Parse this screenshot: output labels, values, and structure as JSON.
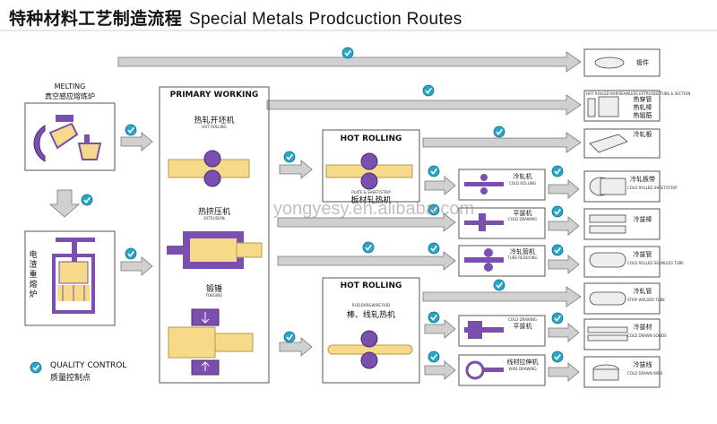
{
  "title": {
    "cn": "特种材料工艺制造流程",
    "en": "Special Metals Prodcuction Routes"
  },
  "melting": {
    "en": "MELTING",
    "cn": "真空感应熔炼炉"
  },
  "esr": {
    "cn": "电渣重熔炉"
  },
  "primary": {
    "heading": "PRIMARY WORKING",
    "hot_rolling_cn": "热轧开坯机",
    "hot_rolling_en": "HOT ROLLING",
    "extrusion_cn": "热挤压机",
    "extrusion_en": "EXTRUSION",
    "forging_cn": "锻锤",
    "forging_en": "FORGING"
  },
  "hot_rolling_plate": {
    "heading": "HOT ROLLING",
    "cn": "板材轧热机",
    "en": "PLATE & SHEET/STRIP"
  },
  "hot_rolling_rod": {
    "heading": "HOT ROLLING",
    "en": "ROD,BAR&WIRE ROD",
    "cn": "棒、线轧热机"
  },
  "mills": {
    "cold_rolling": {
      "cn": "冷轧机",
      "en": "COLD ROLLING"
    },
    "cold_drawing": {
      "cn": "平拔机",
      "en": "COLD DRAWING"
    },
    "tube_reducing": {
      "cn": "冷轧管机",
      "en": "TUBE REDUCING"
    },
    "cold_drawing2": {
      "cn": "平拔机",
      "en": "COLD DRAWING"
    },
    "wire_drawing": {
      "cn": "线材拉伸机",
      "en": "WIRE DRAWING"
    }
  },
  "products": {
    "p1": {
      "cn": "锻件"
    },
    "p2": {
      "cn1": "热穿管",
      "cn2": "热轧棒",
      "cn3": "热锻筋",
      "en": "HOT ROLLED BAR/SEAMLESS EXTRUDED TUBE & SECTION"
    },
    "p3": {
      "cn": "冷轧板"
    },
    "p4": {
      "cn": "冷轧板带",
      "en": "COLD ROLLED SHEET/STRIP"
    },
    "p5": {
      "cn": "冷拔棒"
    },
    "p6": {
      "cn": "冷拔管",
      "en": "COLD ROLLED SEAMLESS TUBE"
    },
    "p7": {
      "cn": "冷轧管",
      "en": "STRIP WELDED TUBE"
    },
    "p8": {
      "cn": "冷拔材",
      "en": "COLD DRAWN SOLIDS"
    },
    "p9": {
      "cn": "冷拔线",
      "en": "COLD DRAWN WIRE"
    }
  },
  "legend": {
    "en": "QUALITY CONTROL",
    "cn": "质量控制点"
  },
  "watermark": "yongyesy.en.alibaba.com",
  "colors": {
    "purple": "#7a4fae",
    "yellow": "#f7d98a",
    "check": "#2aa4c8",
    "arrow": "#d0d0d0"
  }
}
